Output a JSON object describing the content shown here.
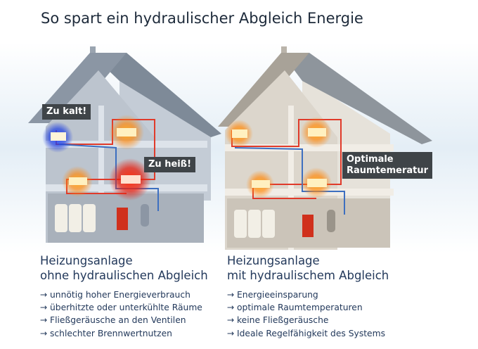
{
  "title": "So spart ein hydraulischer Abgleich Energie",
  "labels": {
    "cold": "Zu kalt!",
    "hot": "Zu heiß!",
    "optimal_1": "Optimale",
    "optimal_2": "Raumtemeratur"
  },
  "left": {
    "heading_1": "Heizungsanlage",
    "heading_2": "ohne hydraulischen Abgleich",
    "bullets": [
      "unnötig hoher Energieverbrauch",
      "überhitzte oder unterkühlte Räume",
      "Fließgeräusche an den Ventilen",
      "schlechter Brennwertnutzen"
    ]
  },
  "right": {
    "heading_1": "Heizungsanlage",
    "heading_2": "mit hydraulischem Abgleich",
    "bullets": [
      "Energieeinsparung",
      "optimale Raumtemperaturen",
      "keine Fließgeräusche",
      "Ideale Regelfähigkeit des Systems"
    ]
  },
  "arrow": "→",
  "colors": {
    "heading": "#23395b",
    "label_bg": "#3f4448",
    "pipe_hot": "#e03a2a",
    "pipe_cold": "#3d6fc0"
  }
}
